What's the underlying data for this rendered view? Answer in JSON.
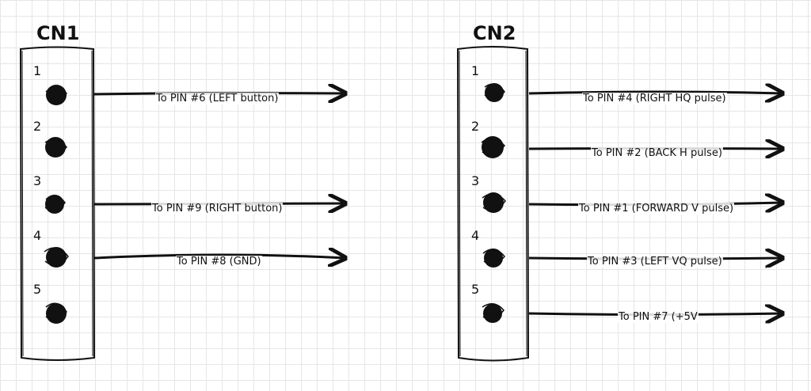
{
  "connectors": [
    {
      "title": "CN1",
      "pins": [
        {
          "number": "1",
          "connection": "To PIN #6 (LEFT button)"
        },
        {
          "number": "2",
          "connection": ""
        },
        {
          "number": "3",
          "connection": "To PIN #9 (RIGHT button)"
        },
        {
          "number": "4",
          "connection": "To PIN #8 (GND)"
        },
        {
          "number": "5",
          "connection": ""
        }
      ]
    },
    {
      "title": "CN2",
      "pins": [
        {
          "number": "1",
          "connection": "To PIN #4 (RIGHT HQ pulse)"
        },
        {
          "number": "2",
          "connection": "To PIN #2 (BACK H pulse)"
        },
        {
          "number": "3",
          "connection": "To PIN #1 (FORWARD V pulse)"
        },
        {
          "number": "4",
          "connection": "To PIN #3 (LEFT VQ pulse)"
        },
        {
          "number": "5",
          "connection": "To PIN #7 (+5V"
        }
      ]
    }
  ]
}
